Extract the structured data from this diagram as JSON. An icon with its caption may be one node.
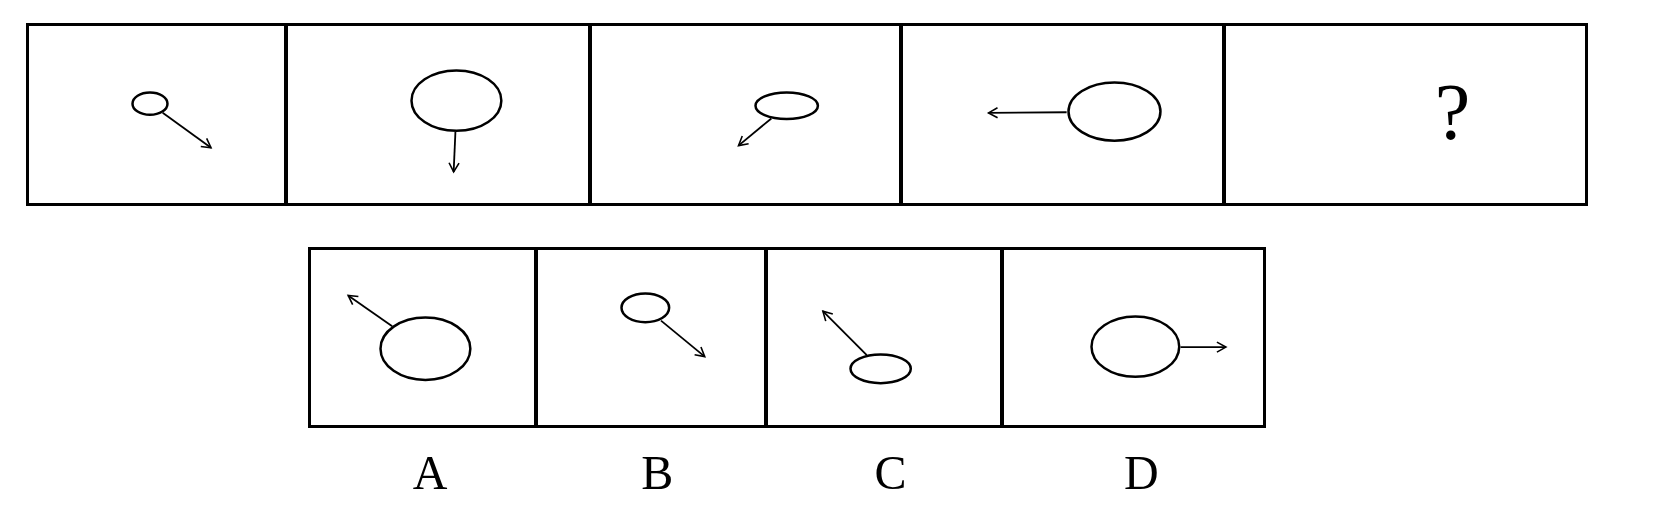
{
  "diagram": {
    "nodes": [
      {
        "text": [],
        "shape": "box"
      },
      {
        "text": [],
        "shape": "ellipse",
        "in": 0
      },
      {
        "text": [],
        "shape": "box"
      },
      {
        "text": [],
        "shape": "ellipse",
        "in": 2
      },
      {
        "text": [],
        "shape": "box"
      },
      {
        "text": [],
        "shape": "ellipse",
        "in": 4
      },
      {
        "text": [],
        "shape": "box"
      },
      {
        "text": [],
        "shape": "ellipse",
        "in": 6
      },
      {
        "text": [
          "?"
        ]
      },
      {
        "text": [
          "A"
        ]
      },
      {
        "text": [],
        "shape": "ellipse",
        "in": 9
      },
      {
        "text": [
          "B"
        ]
      },
      {
        "text": [],
        "shape": "ellipse",
        "in": 11
      },
      {
        "text": [
          "C"
        ]
      },
      {
        "text": [],
        "shape": "ellipse",
        "in": 13
      },
      {
        "text": [
          "D"
        ]
      },
      {
        "text": [],
        "shape": "ellipse",
        "in": 15
      }
    ],
    "edges": [
      {
        "from": 1,
        "to": null,
        "arrow": "to"
      },
      {
        "from": 3,
        "to": null,
        "arrow": "to"
      },
      {
        "from": 5,
        "to": null,
        "arrow": "to"
      },
      {
        "from": 7,
        "to": null,
        "arrow": "to"
      },
      {
        "from": 10,
        "to": null,
        "arrow": "to"
      },
      {
        "from": 12,
        "to": null,
        "arrow": "to"
      },
      {
        "from": 14,
        "to": null,
        "arrow": "to"
      },
      {
        "from": 16,
        "to": null,
        "arrow": "to"
      }
    ]
  }
}
